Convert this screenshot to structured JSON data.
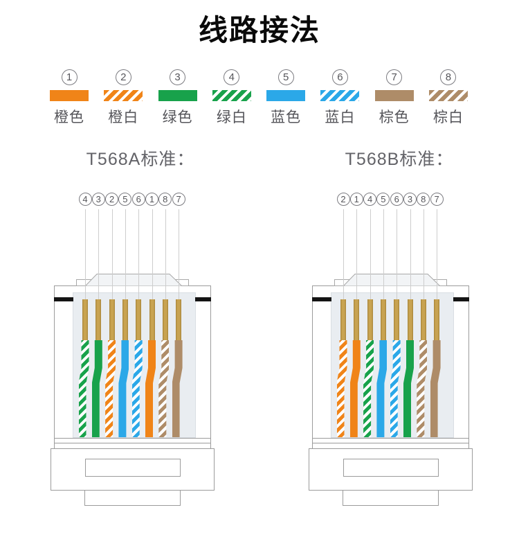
{
  "title": "线路接法",
  "wires": [
    {
      "number": 1,
      "label": "橙色",
      "name": "orange",
      "color": "#F08418",
      "pattern": "solid"
    },
    {
      "number": 2,
      "label": "橙白",
      "name": "orange-white",
      "color": "#F08418",
      "pattern": "striped"
    },
    {
      "number": 3,
      "label": "绿色",
      "name": "green",
      "color": "#18A24B",
      "pattern": "solid"
    },
    {
      "number": 4,
      "label": "绿白",
      "name": "green-white",
      "color": "#18A24B",
      "pattern": "striped"
    },
    {
      "number": 5,
      "label": "蓝色",
      "name": "blue",
      "color": "#2BA8E8",
      "pattern": "solid"
    },
    {
      "number": 6,
      "label": "蓝白",
      "name": "blue-white",
      "color": "#2BA8E8",
      "pattern": "striped"
    },
    {
      "number": 7,
      "label": "棕色",
      "name": "brown",
      "color": "#AE8C68",
      "pattern": "solid"
    },
    {
      "number": 8,
      "label": "棕白",
      "name": "brown-white",
      "color": "#AE8C68",
      "pattern": "striped"
    }
  ],
  "connectors": [
    {
      "id": "t568a",
      "heading": "T568A标准：",
      "pin_numbers": [
        4,
        3,
        2,
        5,
        6,
        1,
        8,
        7
      ]
    },
    {
      "id": "t568b",
      "heading": "T568B标准：",
      "pin_numbers": [
        2,
        1,
        4,
        5,
        6,
        3,
        8,
        7
      ]
    }
  ],
  "palette": {
    "pin_gold": "#C8A351",
    "stripe_base": "#FFFFFF",
    "outline_gray": "#9B9B9B",
    "shell_fill": "#E9EDF1",
    "tip_fill": "#F2F4F6",
    "tick_black": "#141414"
  }
}
